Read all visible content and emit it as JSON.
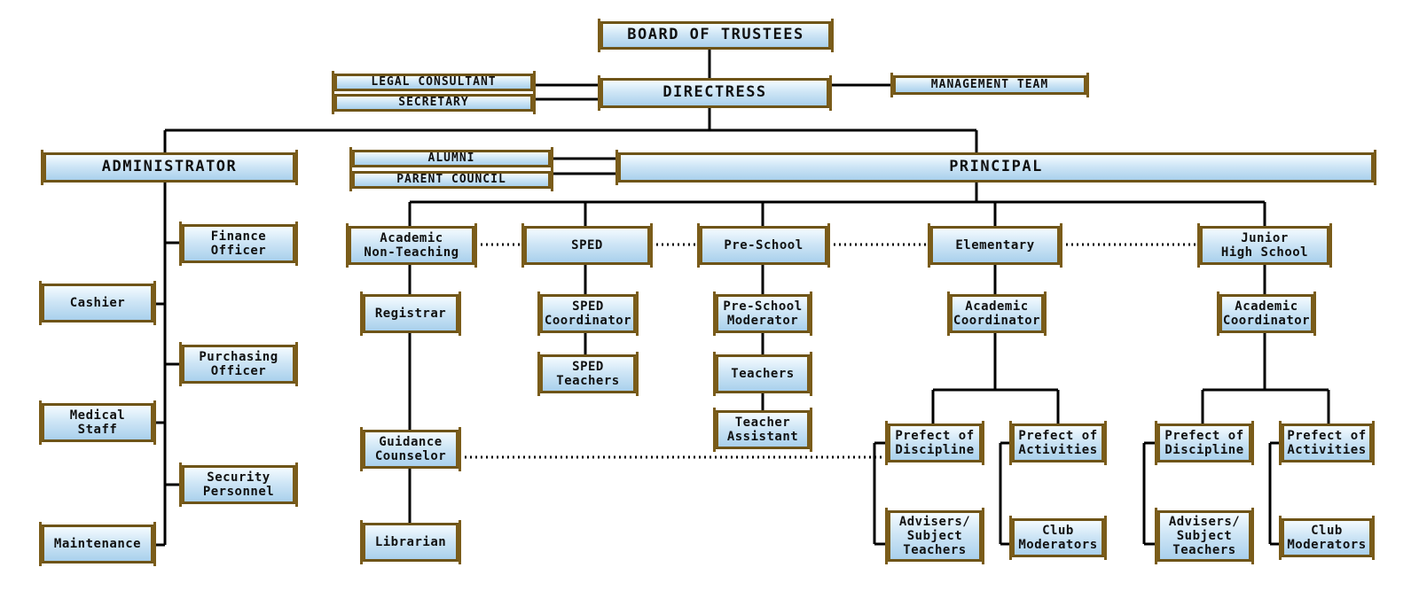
{
  "chart": {
    "board": "BOARD OF TRUSTEES",
    "legal": "LEGAL CONSULTANT",
    "secretary": "SECRETARY",
    "directress": "DIRECTRESS",
    "management": "MANAGEMENT TEAM",
    "administrator": "ADMINISTRATOR",
    "alumni": "ALUMNI",
    "parent_council": "PARENT COUNCIL",
    "principal": "PRINCIPAL",
    "finance": "Finance\nOfficer",
    "cashier": "Cashier",
    "purchasing": "Purchasing\nOfficer",
    "medical": "Medical\nStaff",
    "security": "Security\nPersonnel",
    "maintenance": "Maintenance",
    "academic_nonteaching": "Academic\nNon-Teaching",
    "sped": "SPED",
    "preschool": "Pre-School",
    "elementary": "Elementary",
    "junior_high": "Junior\nHigh School",
    "registrar": "Registrar",
    "guidance": "Guidance\nCounselor",
    "librarian": "Librarian",
    "sped_coordinator": "SPED\nCoordinator",
    "sped_teachers": "SPED\nTeachers",
    "preschool_moderator": "Pre-School\nModerator",
    "teachers": "Teachers",
    "teacher_assistant": "Teacher\nAssistant",
    "elem_acad_coord": "Academic\nCoordinator",
    "elem_prefect_discipline": "Prefect of\nDiscipline",
    "elem_prefect_activities": "Prefect of\nActivities",
    "elem_advisers": "Advisers/\nSubject\nTeachers",
    "elem_club": "Club\nModerators",
    "jhs_acad_coord": "Academic\nCoordinator",
    "jhs_prefect_discipline": "Prefect of\nDiscipline",
    "jhs_prefect_activities": "Prefect of\nActivities",
    "jhs_advisers": "Advisers/\nSubject\nTeachers",
    "jhs_club": "Club\nModerators"
  }
}
